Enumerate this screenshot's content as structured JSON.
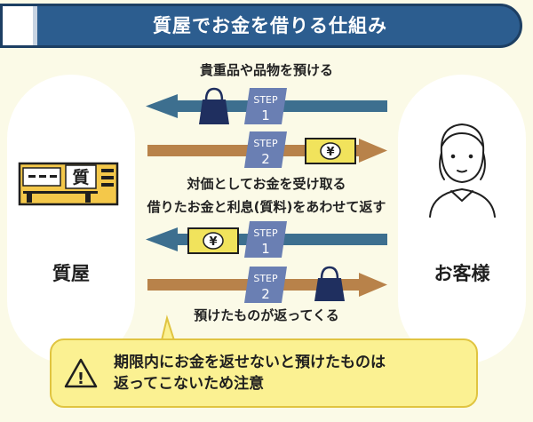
{
  "header": {
    "title": "質屋でお金を借りる仕組み"
  },
  "shop": {
    "label": "質屋",
    "sign": "質"
  },
  "customer": {
    "label": "お客様"
  },
  "steps_phase1": {
    "caption_top": "貴重品や品物を預ける",
    "caption_bottom": "対価としてお金を受け取る",
    "step1": {
      "word": "STEP",
      "num": "1"
    },
    "step2": {
      "word": "STEP",
      "num": "2"
    }
  },
  "steps_phase2": {
    "caption_top": "借りたお金と利息(質料)をあわせて返す",
    "caption_bottom": "預けたものが返ってくる",
    "step1": {
      "word": "STEP",
      "num": "1"
    },
    "step2": {
      "word": "STEP",
      "num": "2"
    }
  },
  "money_symbol": "¥",
  "warning": {
    "icon_mark": "!",
    "line1": "期限内にお金を返せないと預けたものは",
    "line2": "返ってこないため注意"
  },
  "colors": {
    "arrow_blue": "#3d6f8f",
    "arrow_brown": "#b8824a",
    "step_badge": "#6a7fb3",
    "banner": "#2c5d8f",
    "bag": "#1f2f5f",
    "banknote": "#f1e35c"
  }
}
